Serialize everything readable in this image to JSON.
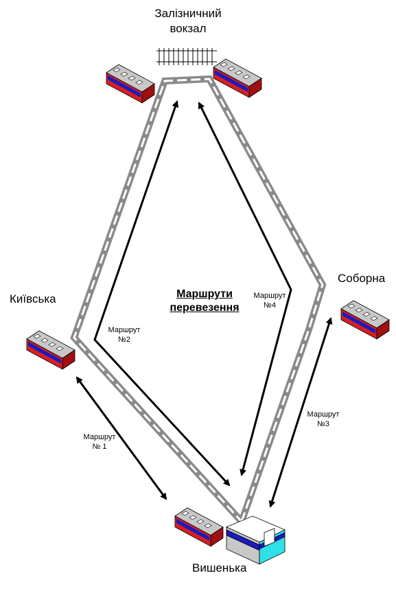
{
  "title": {
    "line1": "Маршрути",
    "line2": "перевезення"
  },
  "stations": {
    "railway": {
      "line1": "Залізничний",
      "line2": "вокзал"
    },
    "kyivska": "Київська",
    "soborna": "Соборна",
    "vyshenka": "Вишенька"
  },
  "routes": {
    "r1": {
      "line1": "Маршрут",
      "line2": "№ 1"
    },
    "r2": {
      "line1": "Маршрут",
      "line2": "№2"
    },
    "r3": {
      "line1": "Маршрут",
      "line2": "№3"
    },
    "r4": {
      "line1": "Маршрут",
      "line2": "№4"
    }
  },
  "colors": {
    "road": "#8a8a8a",
    "tram_body": "#d42020",
    "tram_window": "#1a1ac0",
    "tram_roof": "#c8c8c8",
    "arrow": "#000000",
    "depot_blue": "#1a1ac0",
    "depot_cyan": "#30e0e8"
  },
  "icons": [
    "tram-icon",
    "railway-track-icon",
    "depot-building-icon",
    "arrow-icon"
  ]
}
